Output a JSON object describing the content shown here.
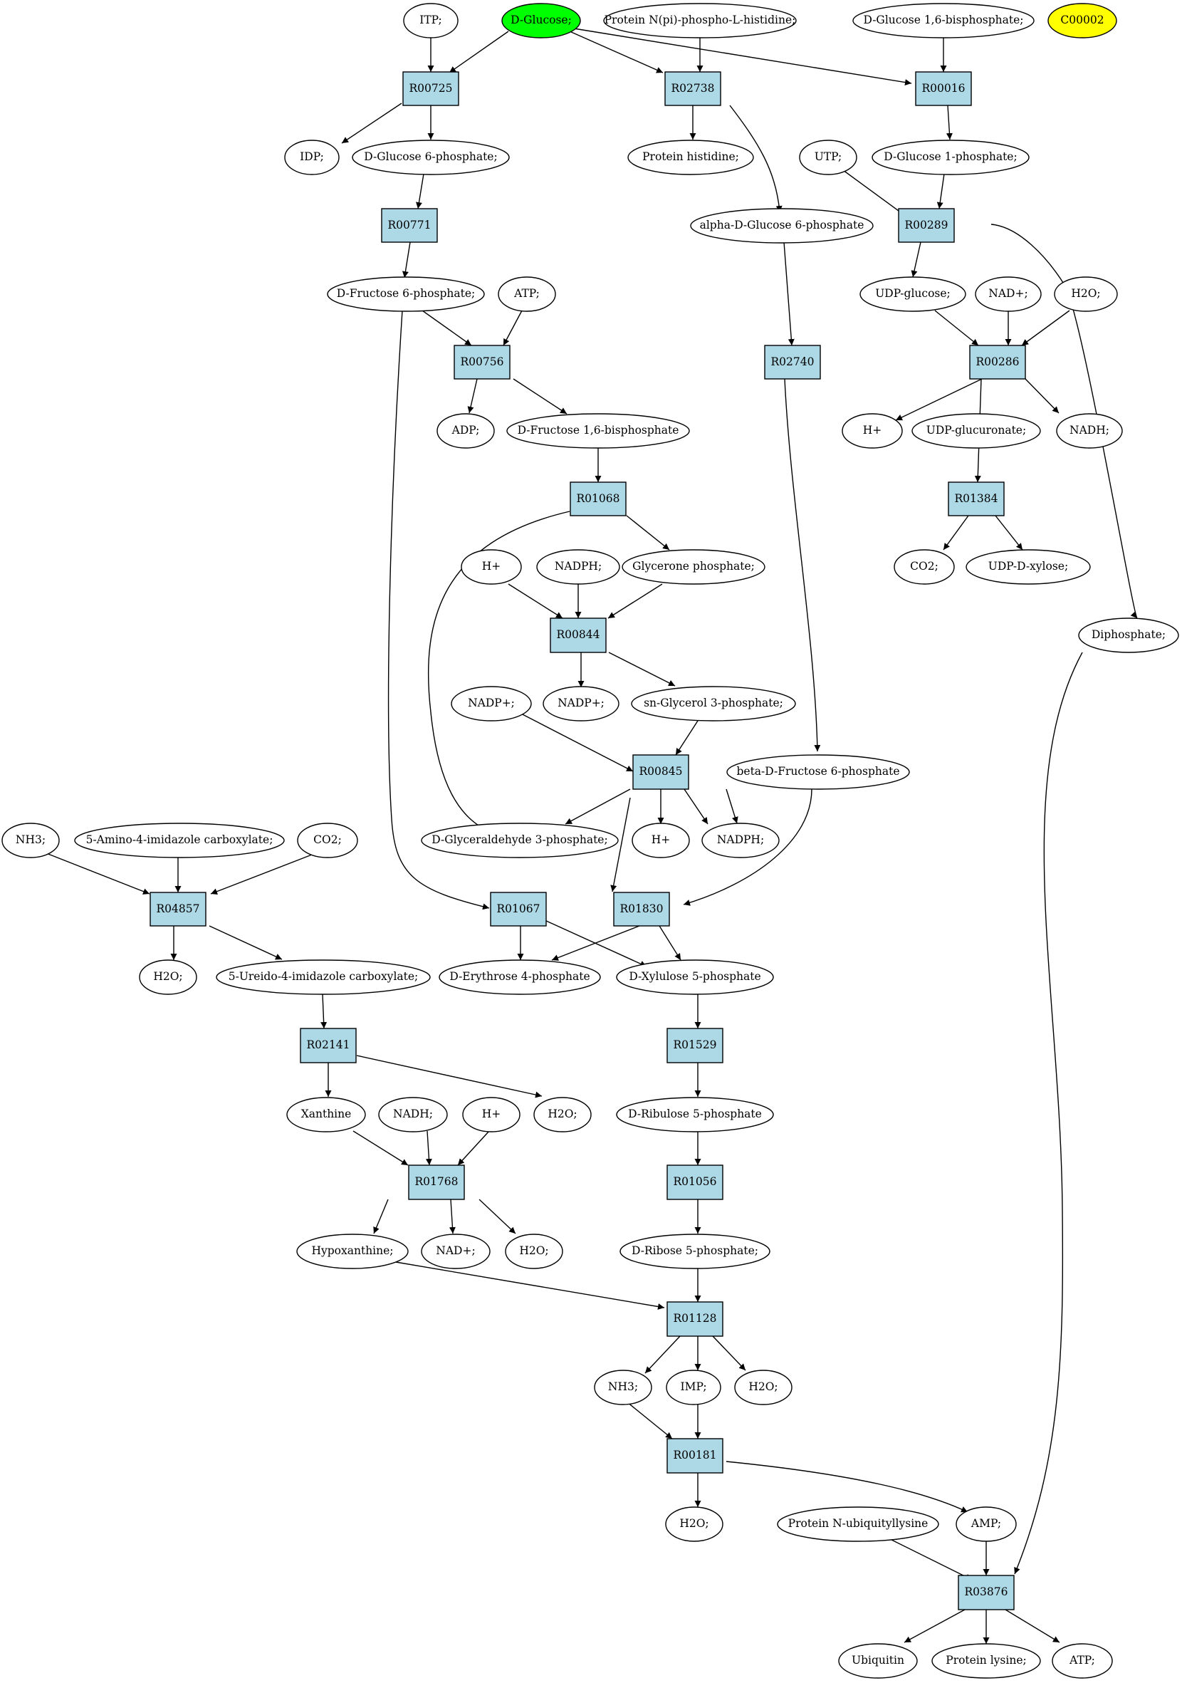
{
  "compounds": {
    "itp": "ITP;",
    "glucose": "D-Glucose;",
    "protnpi": "Protein N(pi)-phospho-L-histidine;",
    "g16bp": "D-Glucose 1,6-bisphosphate;",
    "c00002": "C00002",
    "idp": "IDP;",
    "g6p": "D-Glucose 6-phosphate;",
    "prothis": "Protein histidine;",
    "utp": "UTP;",
    "g1p": "D-Glucose 1-phosphate;",
    "ag6p": "alpha-D-Glucose 6-phosphate",
    "f6p": "D-Fructose 6-phosphate;",
    "atp1": "ATP;",
    "udpglc": "UDP-glucose;",
    "nadp1": "NAD+;",
    "h2o1": "H2O;",
    "adp": "ADP;",
    "f16bp": "D-Fructose 1,6-bisphosphate",
    "hp1": "H+",
    "udpgluc": "UDP-glucuronate;",
    "nadh1": "NADH;",
    "hp2": "H+",
    "nadph1": "NADPH;",
    "glycerone": "Glycerone phosphate;",
    "co2a": "CO2;",
    "udpxyl": "UDP-D-xylose;",
    "diphos": "Diphosphate;",
    "nadpp1": "NADP+;",
    "nadpp2": "NADP+;",
    "sng3p": "sn-Glycerol 3-phosphate;",
    "bf6p": "beta-D-Fructose 6-phosphate",
    "nh3a": "NH3;",
    "aica": "5-Amino-4-imidazole carboxylate;",
    "co2b": "CO2;",
    "gap": "D-Glyceraldehyde 3-phosphate;",
    "hp3": "H+",
    "nadph2": "NADPH;",
    "h2o2": "H2O;",
    "ureido": "5-Ureido-4-imidazole carboxylate;",
    "e4p": "D-Erythrose 4-phosphate",
    "xu5p": "D-Xylulose 5-phosphate",
    "xanthine": "Xanthine",
    "nadh2": "NADH;",
    "hp4": "H+",
    "h2o3": "H2O;",
    "ru5p": "D-Ribulose 5-phosphate",
    "hypox": "Hypoxanthine;",
    "nadp2": "NAD+;",
    "h2o4": "H2O;",
    "r5p": "D-Ribose 5-phosphate;",
    "nh3b": "NH3;",
    "imp": "IMP;",
    "h2o5": "H2O;",
    "h2o6": "H2O;",
    "protub": "Protein N-ubiquityllysine",
    "amp": "AMP;",
    "ubiq": "Ubiquitin",
    "protlys": "Protein lysine;",
    "atp2": "ATP;"
  },
  "reactions": {
    "r00725": "R00725",
    "r02738": "R02738",
    "r00016": "R00016",
    "r00771": "R00771",
    "r00289": "R00289",
    "r00756": "R00756",
    "r02740": "R02740",
    "r00286": "R00286",
    "r01068": "R01068",
    "r01384": "R01384",
    "r00844": "R00844",
    "r00845": "R00845",
    "r04857": "R04857",
    "r01067": "R01067",
    "r01830": "R01830",
    "r02141": "R02141",
    "r01529": "R01529",
    "r01768": "R01768",
    "r01056": "R01056",
    "r01128": "R01128",
    "r00181": "R00181",
    "r03876": "R03876"
  },
  "colors": {
    "reaction_fill": "#add8e6",
    "highlight_green": "#00ff00",
    "highlight_yellow": "#ffff00"
  }
}
